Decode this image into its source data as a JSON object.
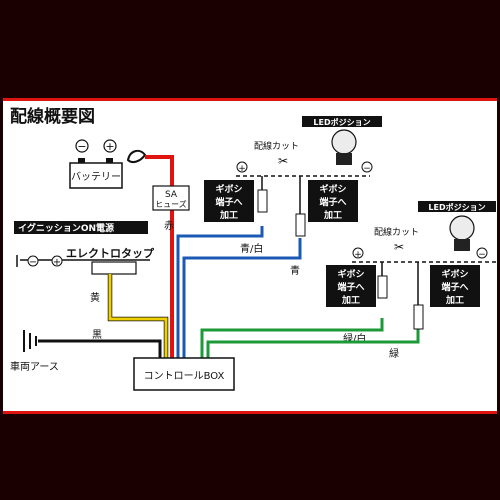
{
  "title": "配線概要図",
  "battery": {
    "label": "バッテリー",
    "minus": "−",
    "plus": "+"
  },
  "fuse": {
    "line1": "SA",
    "line2": "ヒューズ"
  },
  "ignition": {
    "label": "イグニッションON電源",
    "minus": "−",
    "plus": "+"
  },
  "elektro_tap": "エレクトロタップ",
  "ground": "車両アース",
  "control_box": "コントロールBOX",
  "wire_labels": {
    "red": "赤",
    "yellow": "黄",
    "black": "黒",
    "blue_white": "青/白",
    "blue": "青",
    "green_white": "緑/白",
    "green": "緑"
  },
  "led_position": "LEDポジション",
  "wire_cut": "配線カット",
  "gibosi": {
    "line1": "ギボシ",
    "line2": "端子へ",
    "line3": "加工"
  },
  "plus": "+",
  "minus": "−",
  "colors": {
    "red": "#e0140f",
    "yellow": "#f0d000",
    "blue": "#1b5ab4",
    "green": "#1c9a3a",
    "black": "#111111"
  }
}
